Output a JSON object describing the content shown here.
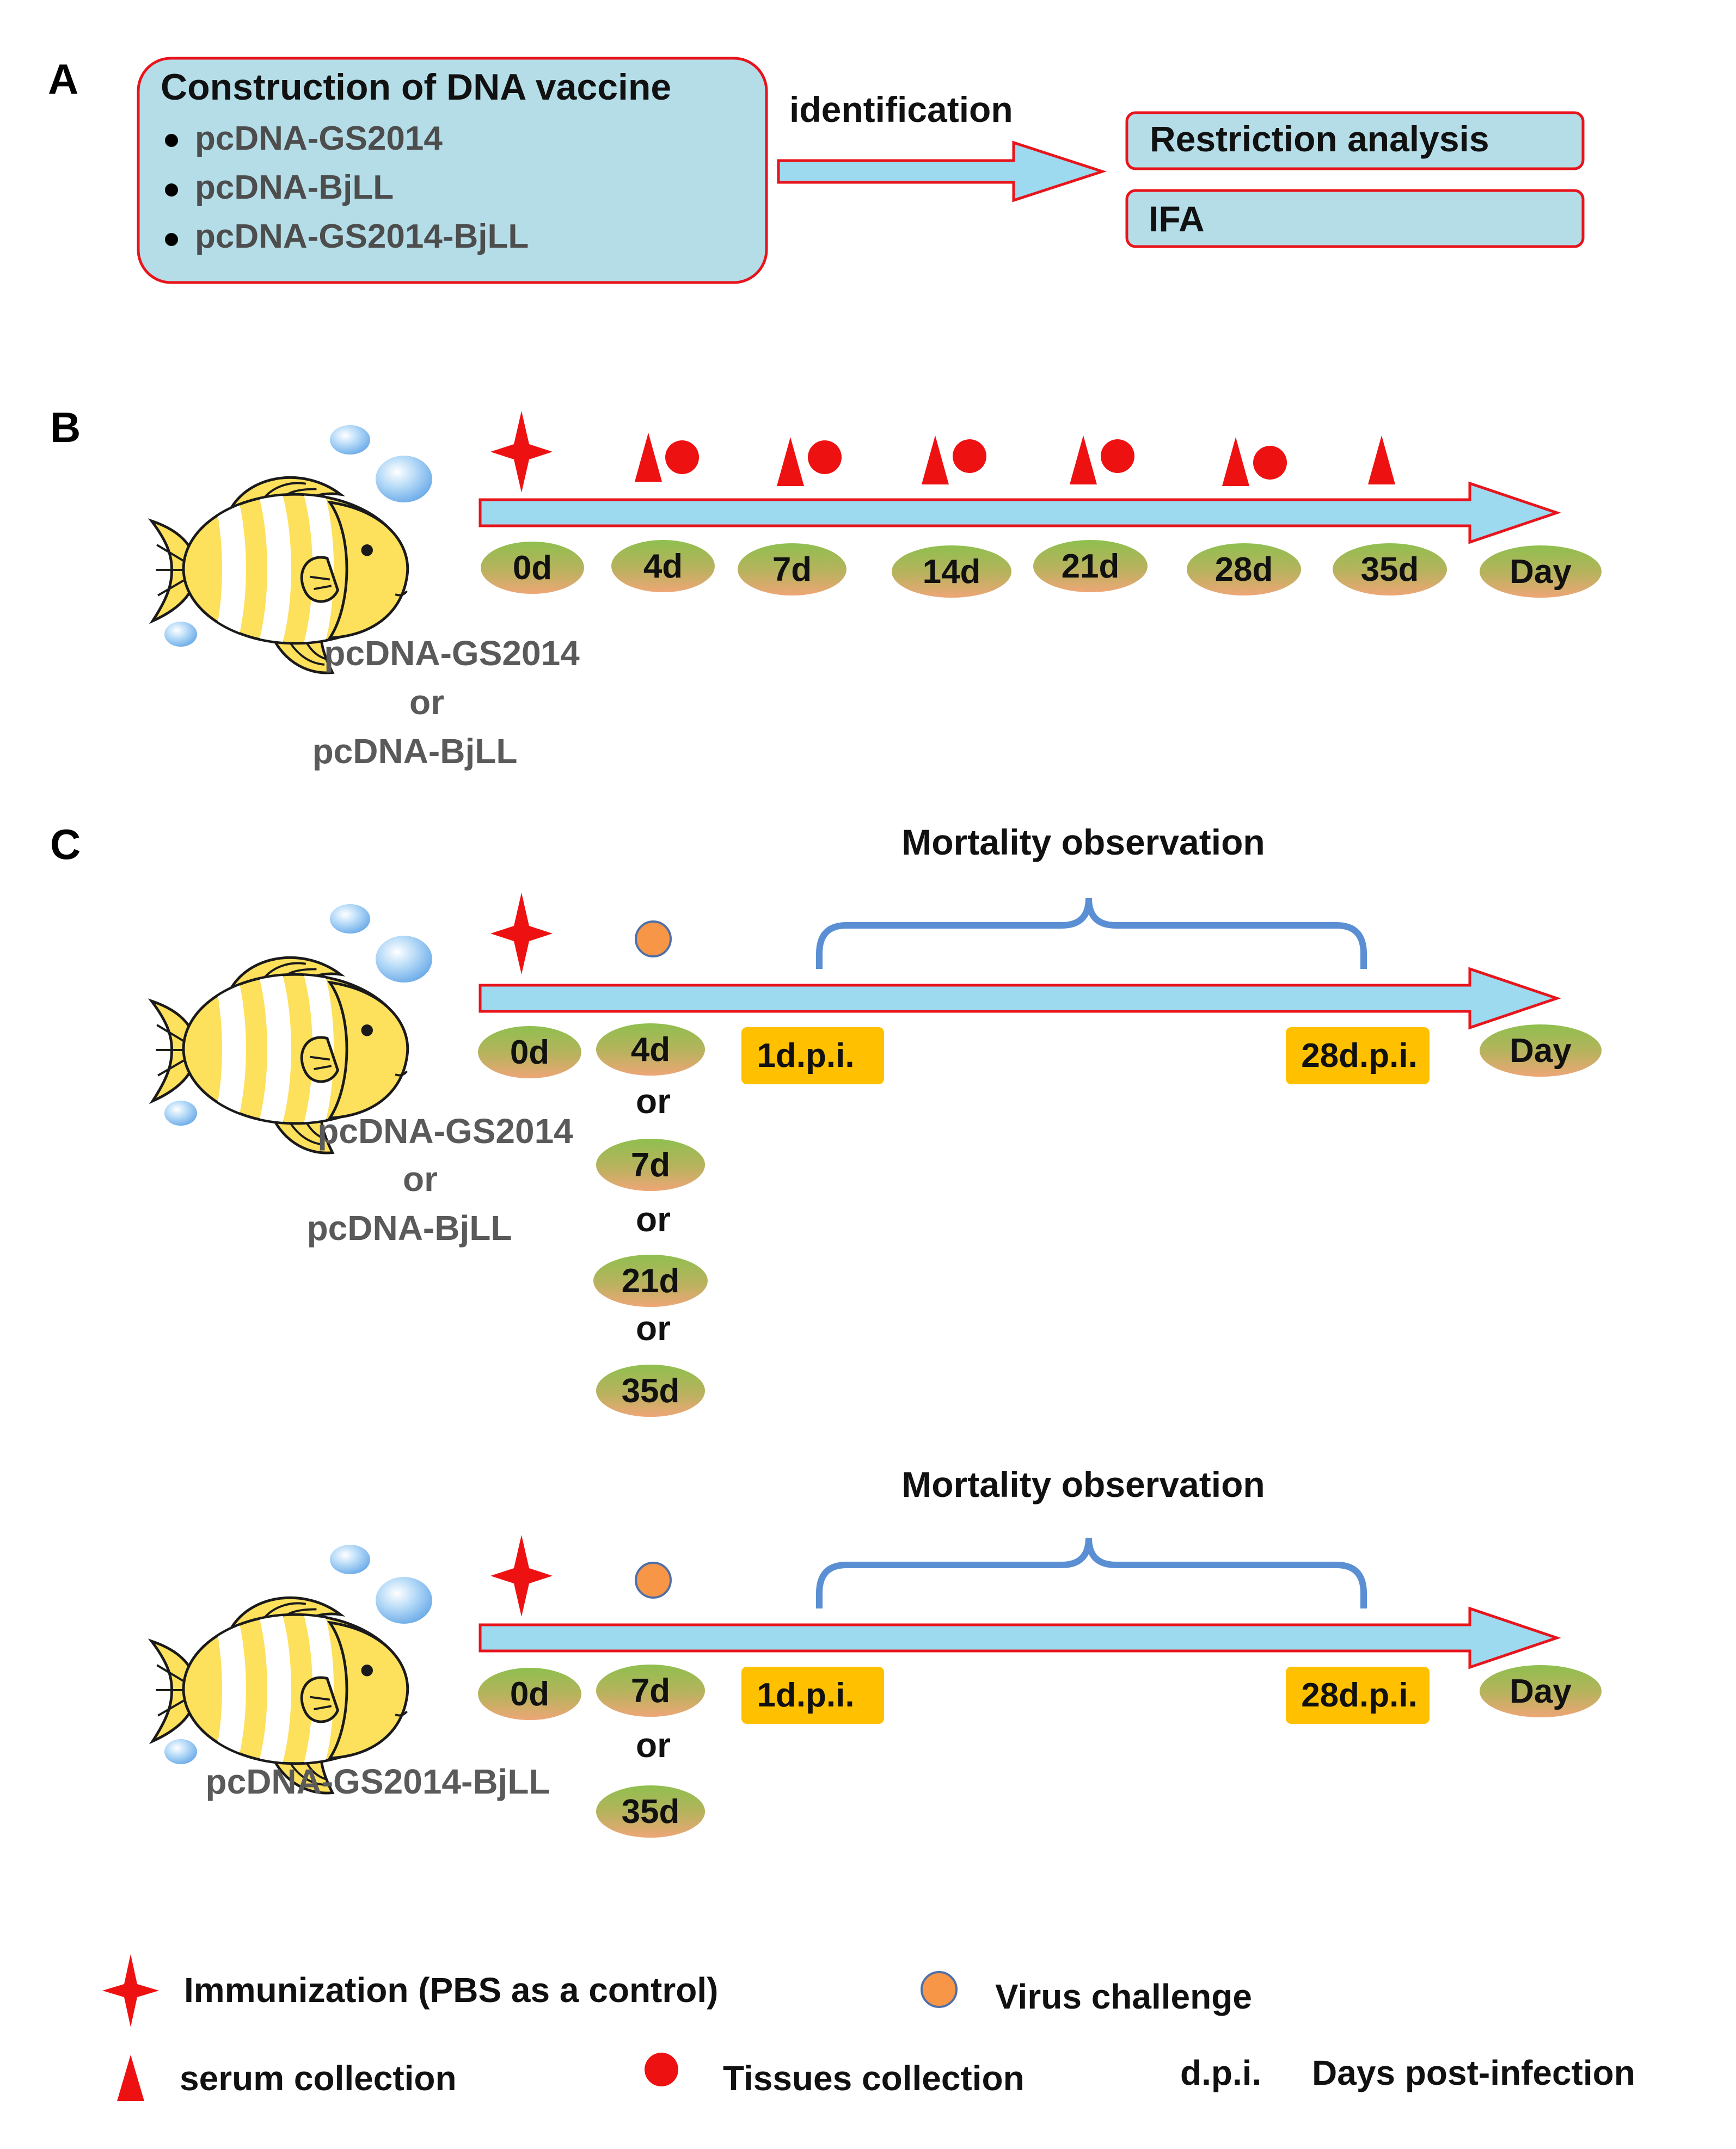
{
  "panel_a": {
    "letter": "A",
    "box_title": "Construction of DNA vaccine",
    "constructs": [
      "pcDNA-GS2014",
      "pcDNA-BjLL",
      "pcDNA-GS2014-BjLL"
    ],
    "arrow_label": "identification",
    "methods": [
      "Restriction analysis",
      "IFA"
    ]
  },
  "panel_b": {
    "letter": "B",
    "fish_label": [
      "pcDNA-GS2014",
      "or",
      "pcDNA-BjLL"
    ],
    "days": [
      "0d",
      "4d",
      "7d",
      "14d",
      "21d",
      "28d",
      "35d",
      "Day"
    ],
    "events": [
      {
        "day": "0d",
        "markers": [
          "immunization"
        ]
      },
      {
        "day": "4d",
        "markers": [
          "serum",
          "tissues"
        ]
      },
      {
        "day": "7d",
        "markers": [
          "serum",
          "tissues"
        ]
      },
      {
        "day": "14d",
        "markers": [
          "serum",
          "tissues"
        ]
      },
      {
        "day": "21d",
        "markers": [
          "serum",
          "tissues"
        ]
      },
      {
        "day": "28d",
        "markers": [
          "serum",
          "tissues"
        ]
      },
      {
        "day": "35d",
        "markers": [
          "serum"
        ]
      }
    ]
  },
  "panel_c": {
    "letter": "C",
    "timeline1": {
      "title": "Mortality observation",
      "fish_label": [
        "pcDNA-GS2014",
        "or",
        "pcDNA-BjLL"
      ],
      "start_day": "0d",
      "challenge_days": [
        "4d",
        "7d",
        "21d",
        "35d"
      ],
      "or_label": "or",
      "dpi_start": "1d.p.i.",
      "dpi_end": "28d.p.i.",
      "end_label": "Day"
    },
    "timeline2": {
      "title": "Mortality observation",
      "fish_label": [
        "pcDNA-GS2014-BjLL"
      ],
      "start_day": "0d",
      "challenge_days": [
        "7d",
        "35d"
      ],
      "or_label": "or",
      "dpi_start": "1d.p.i.",
      "dpi_end": "28d.p.i.",
      "end_label": "Day"
    }
  },
  "legend": {
    "immunization": "Immunization (PBS as a control)",
    "virus": "Virus challenge",
    "serum": "serum collection",
    "tissues": "Tissues collection",
    "dpi_abbr": "d.p.i.",
    "dpi_text": "Days post-infection"
  },
  "colors": {
    "box_fill": "#b4dde8",
    "arrow_fill": "#9dd9ef",
    "outline_red": "#e8141b",
    "marker_red": "#ee1111",
    "virus_orange": "#f79646",
    "virus_edge": "#4f6fa8",
    "dpi_box": "#ffc000",
    "brace_blue": "#5b8fd4",
    "fish_yellow": "#fde05c",
    "bubble_blue": "#8ec2f0",
    "pill_top": "#8fbf4f",
    "pill_bottom": "#e8a470",
    "label_gray": "#5a5a5a"
  }
}
